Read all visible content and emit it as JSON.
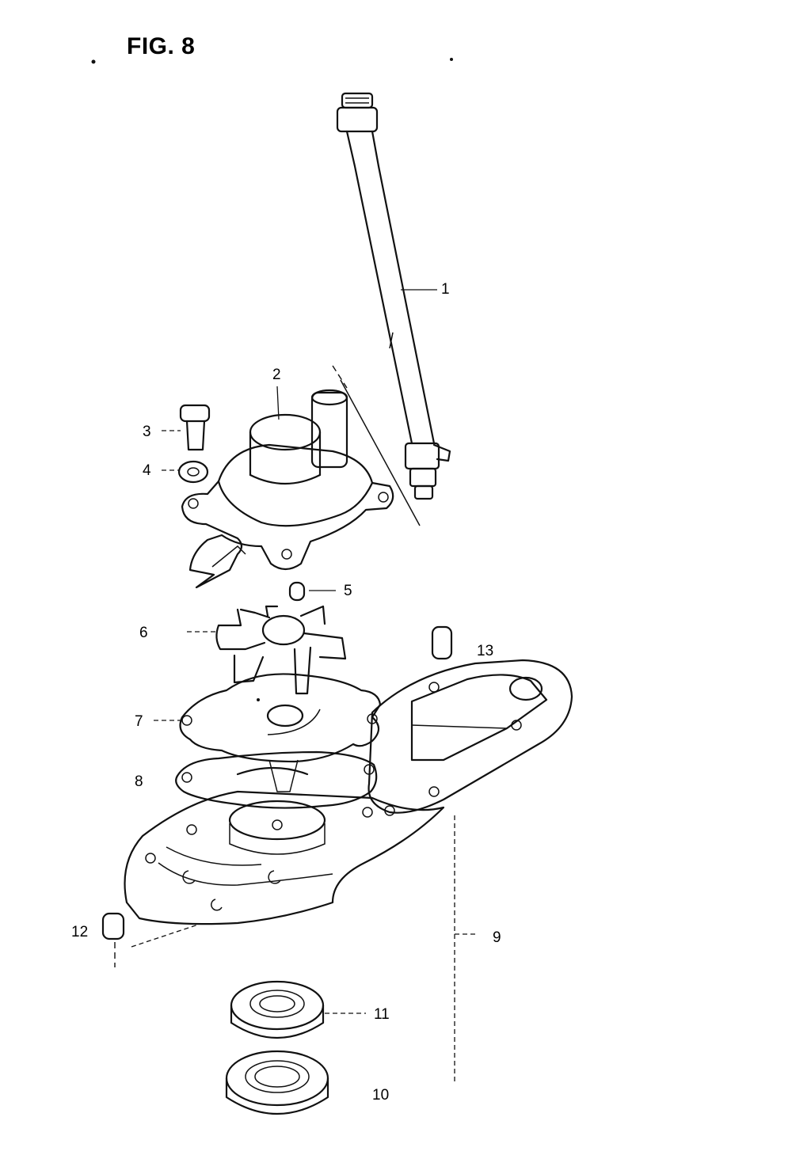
{
  "figure": {
    "title": "FIG. 8"
  },
  "callouts": [
    {
      "id": "1",
      "text": "1"
    },
    {
      "id": "2",
      "text": "2"
    },
    {
      "id": "3",
      "text": "3"
    },
    {
      "id": "4",
      "text": "4"
    },
    {
      "id": "5",
      "text": "5"
    },
    {
      "id": "6",
      "text": "6"
    },
    {
      "id": "7",
      "text": "7"
    },
    {
      "id": "8",
      "text": "8"
    },
    {
      "id": "9",
      "text": "9"
    },
    {
      "id": "10",
      "text": "10"
    },
    {
      "id": "11",
      "text": "11"
    },
    {
      "id": "12",
      "text": "12"
    },
    {
      "id": "13",
      "text": "13"
    }
  ]
}
